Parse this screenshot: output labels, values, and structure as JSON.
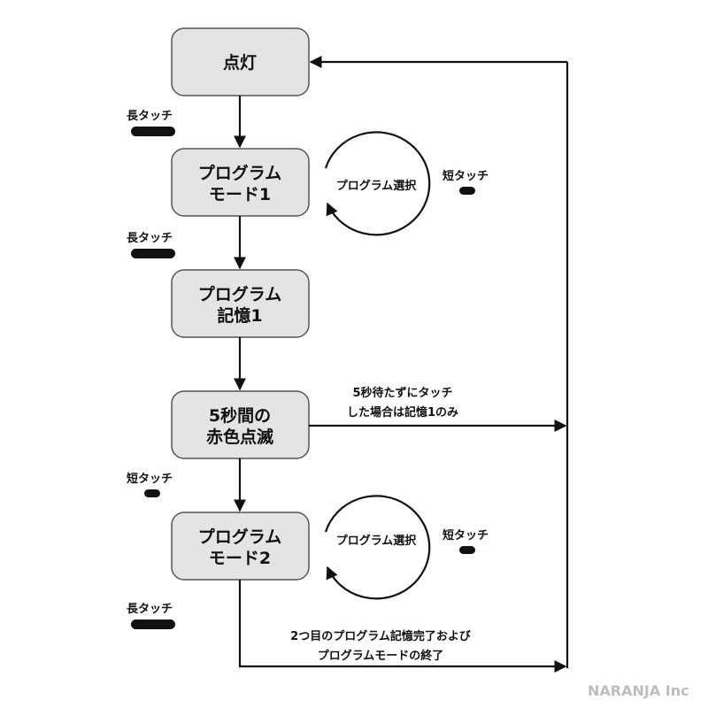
{
  "nodes": {
    "lit": {
      "line1": "点灯"
    },
    "program_mode_1": {
      "line1": "プログラム",
      "line2": "モード1"
    },
    "program_memory_1": {
      "line1": "プログラム",
      "line2": "記憶1"
    },
    "red_blink": {
      "line1": "5秒間の",
      "line2": "赤色点滅"
    },
    "program_mode_2": {
      "line1": "プログラム",
      "line2": "モード2"
    }
  },
  "actions": {
    "long_touch": "長タッチ",
    "short_touch": "短タッチ"
  },
  "loops": {
    "program_select": "プログラム選択"
  },
  "notes": {
    "no_touch_line1": "5秒待たずにタッチ",
    "no_touch_line2": "した場合は記憶1のみ",
    "end_line1": "2つ目のプログラム記憶完了および",
    "end_line2": "プログラムモードの終了"
  },
  "watermark": "NARANJA Inc"
}
